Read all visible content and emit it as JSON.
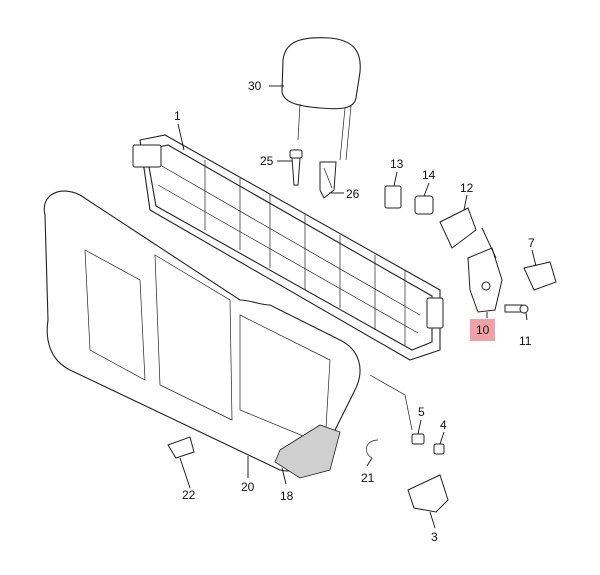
{
  "callouts": [
    {
      "id": "30",
      "label": "30"
    },
    {
      "id": "1",
      "label": "1"
    },
    {
      "id": "25",
      "label": "25"
    },
    {
      "id": "26",
      "label": "26"
    },
    {
      "id": "13",
      "label": "13"
    },
    {
      "id": "14",
      "label": "14"
    },
    {
      "id": "12",
      "label": "12"
    },
    {
      "id": "7",
      "label": "7"
    },
    {
      "id": "10",
      "label": "10",
      "highlighted": true
    },
    {
      "id": "11",
      "label": "11"
    },
    {
      "id": "5",
      "label": "5"
    },
    {
      "id": "4",
      "label": "4"
    },
    {
      "id": "21",
      "label": "21"
    },
    {
      "id": "22",
      "label": "22"
    },
    {
      "id": "20",
      "label": "20"
    },
    {
      "id": "18",
      "label": "18"
    },
    {
      "id": "3",
      "label": "3"
    }
  ],
  "colors": {
    "highlight": "#f2a0a8",
    "line": "#222222",
    "background": "#ffffff"
  }
}
